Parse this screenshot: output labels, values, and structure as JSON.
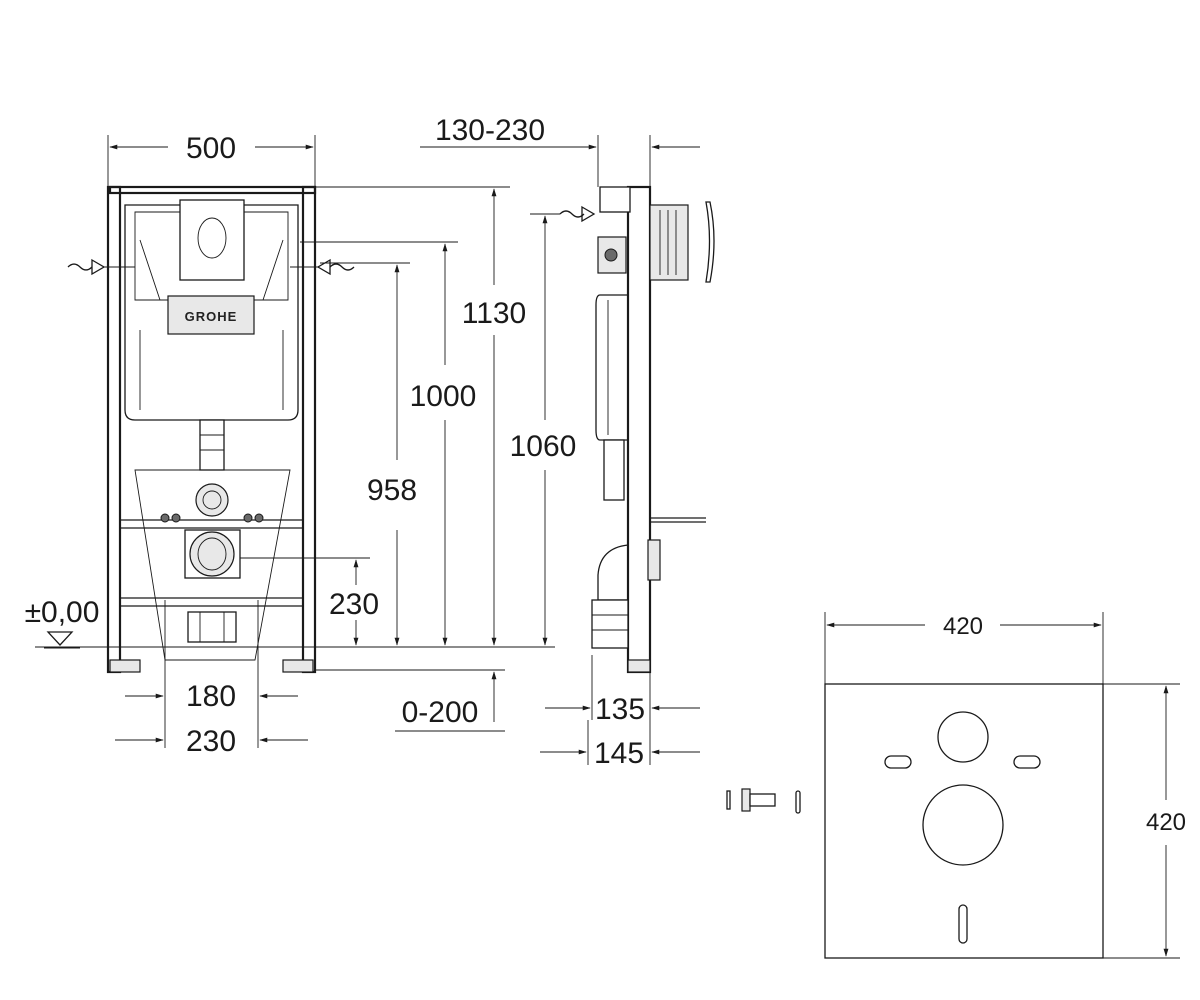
{
  "front_view": {
    "width_label": "500",
    "level_label": "±0,00",
    "height_958": "958",
    "height_1000": "1000",
    "height_1130": "1130",
    "height_230": "230",
    "spacing_180": "180",
    "spacing_230": "230",
    "adjust_label": "0-200",
    "logo_text": "GROHE"
  },
  "side_view": {
    "depth_label": "130-230",
    "height_1060": "1060",
    "depth_135": "135",
    "depth_145": "145"
  },
  "sound_pad": {
    "width_label": "420",
    "height_label": "420"
  }
}
